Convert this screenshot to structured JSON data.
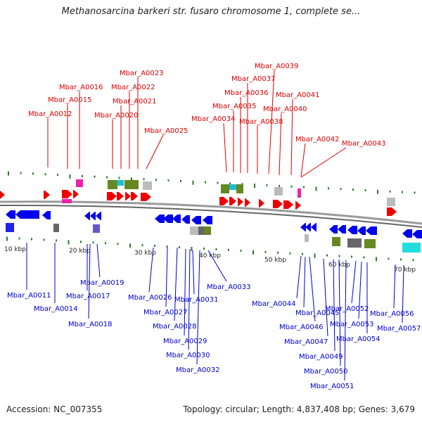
{
  "header": {
    "title": "Methanosarcina barkeri str. fusaro chromosome 1, complete se..."
  },
  "footer": {
    "accession": "Accession: NC_007355",
    "summary": "Topology: circular; Length: 4,837,408 bp; Genes: 3,679"
  },
  "colors": {
    "forward_label": "#dd0000",
    "reverse_label": "#0000cc",
    "forward_gene": "#ee0000",
    "reverse_gene": "#0000ee",
    "backbone": "#888888",
    "tick_mark": "#2a7a2a"
  },
  "scale": {
    "ticks": [
      "10 kbp",
      "20 kbp",
      "30 kbp",
      "40 kbp",
      "50 kbp",
      "60 kbp",
      "70 kbp"
    ]
  },
  "top_labels": [
    "Mbar_A0012",
    "Mbar_A0015",
    "Mbar_A0016",
    "Mbar_A0020",
    "Mbar_A0021",
    "Mbar_A0022",
    "Mbar_A0023",
    "Mbar_A0025",
    "Mbar_A0034",
    "Mbar_A0035",
    "Mbar_A0036",
    "Mbar_A0037",
    "Mbar_A0038",
    "Mbar_A0039",
    "Mbar_A0040",
    "Mbar_A0041",
    "Mbar_A0042",
    "Mbar_A0043"
  ],
  "bottom_labels": [
    "Mbar_A0011",
    "Mbar_A0014",
    "Mbar_A0017",
    "Mbar_A0018",
    "Mbar_A0019",
    "Mbar_A0026",
    "Mbar_A0027",
    "Mbar_A0028",
    "Mbar_A0029",
    "Mbar_A0030",
    "Mbar_A0031",
    "Mbar_A0032",
    "Mbar_A0033",
    "Mbar_A0044",
    "Mbar_A0045",
    "Mbar_A0046",
    "Mbar_A0047",
    "Mbar_A0049",
    "Mbar_A0050",
    "Mbar_A0051",
    "Mbar_A0052",
    "Mbar_A0053",
    "Mbar_A0054",
    "Mbar_A0056",
    "Mbar_A0057"
  ]
}
